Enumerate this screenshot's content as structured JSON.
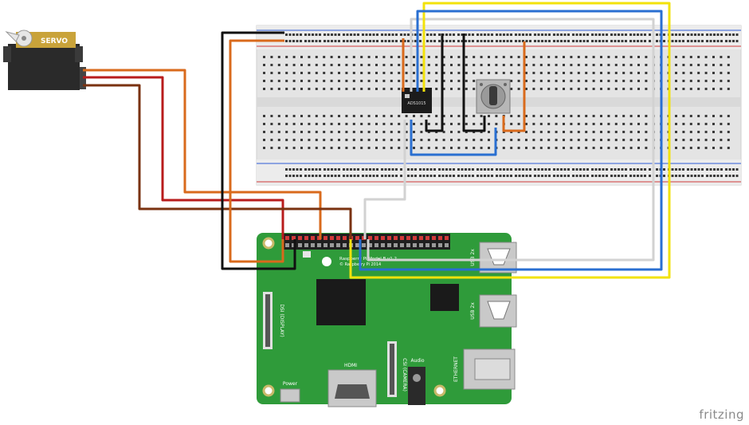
{
  "servo": {
    "label": "SERVO"
  },
  "adc": {
    "label": "ADS1015"
  },
  "pi": {
    "model_line1": "Raspberry Pi Model B v1.2",
    "model_line2": "© Raspberry Pi 2014",
    "usb1": "USB 2x",
    "usb2": "USB 2x",
    "ethernet": "ETHERNET",
    "dsi": "DSI (DISPLAY)",
    "csi": "CSI (CAMERA)",
    "hdmi": "HDMI",
    "audio": "Audio",
    "power": "Power"
  },
  "watermark": "fritzing",
  "colors": {
    "board": "#2f9b3a",
    "breadboard": "#e6e6e6",
    "rail_red": "#d13a3a",
    "rail_blue": "#2e5bd6",
    "wire_black": "#111111",
    "wire_orange": "#d96a1c",
    "wire_red": "#b81c1c",
    "wire_brown": "#7a3210",
    "wire_yellow": "#f2e20b",
    "wire_blue": "#2a6fd1",
    "wire_white": "#d8d8d8"
  }
}
